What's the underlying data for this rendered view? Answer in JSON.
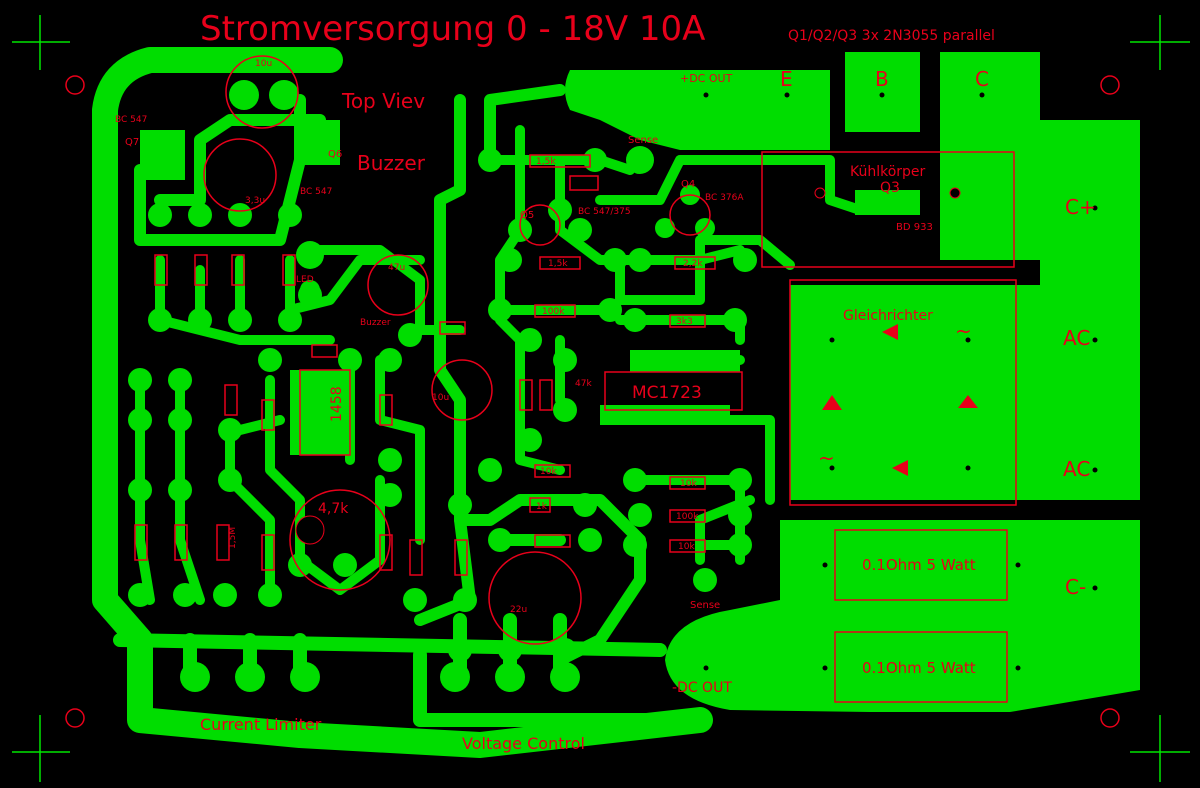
{
  "board": {
    "title": "Stromversorgung 0 - 18V 10A",
    "subtitle": "Q1/Q2/Q3  3x 2N3055 parallel",
    "view_label": "Top Viev",
    "buzzer_label": "Buzzer",
    "colors": {
      "copper": "#00dd00",
      "silk": "#e8001a",
      "background": "#000000"
    }
  },
  "terminals": {
    "dc_out_pos": "+DC OUT",
    "dc_out_neg": "-DC OUT",
    "e": "E",
    "b": "B",
    "c": "C",
    "c_plus": "C+",
    "c_minus": "C-",
    "ac1": "AC",
    "ac2": "AC",
    "sense1": "Sense",
    "sense2": "Sense",
    "current_limiter": "Current Limiter",
    "voltage_control": "Voltage Control"
  },
  "components": {
    "heatsink": "Kühlkörper",
    "q3": "Q3",
    "bd933": "BD 933",
    "rectifier": "Gleichrichter",
    "ac_sym1": "~",
    "ac_sym2": "~",
    "shunt1": "0.1Ohm 5 Watt",
    "shunt2": "0.1Ohm 5 Watt",
    "ic": "MC1723",
    "q4": "Q4",
    "q4_type": "BC 376A",
    "q5": "Q5",
    "q5_type": "BC 547/375",
    "q6": "Q6",
    "q6_type": "BC 547",
    "q7": "Q7",
    "q7_type": "BC 547",
    "cap_10u_top": "10u",
    "cap_3u3": "3,3u",
    "cap_47u": "47u",
    "cap_10u_mid": "10u",
    "cap_22u": "22u",
    "pot": "4,7k",
    "led": "LED",
    "buzzer_pad": "Buzzer",
    "opamp": "1458",
    "r_1k5": "1,5k",
    "r_1k5b": "1,5k",
    "r_2k2": "2,2k",
    "r_100k": "100k",
    "r_3k3": "3k3",
    "r_47k": "47k",
    "r_10k_a": "10k",
    "r_10k_b": "10k",
    "r_10k_c": "10k",
    "r_100k_b": "100k",
    "r_1k": "1k",
    "r_1m5": "1,5M"
  }
}
